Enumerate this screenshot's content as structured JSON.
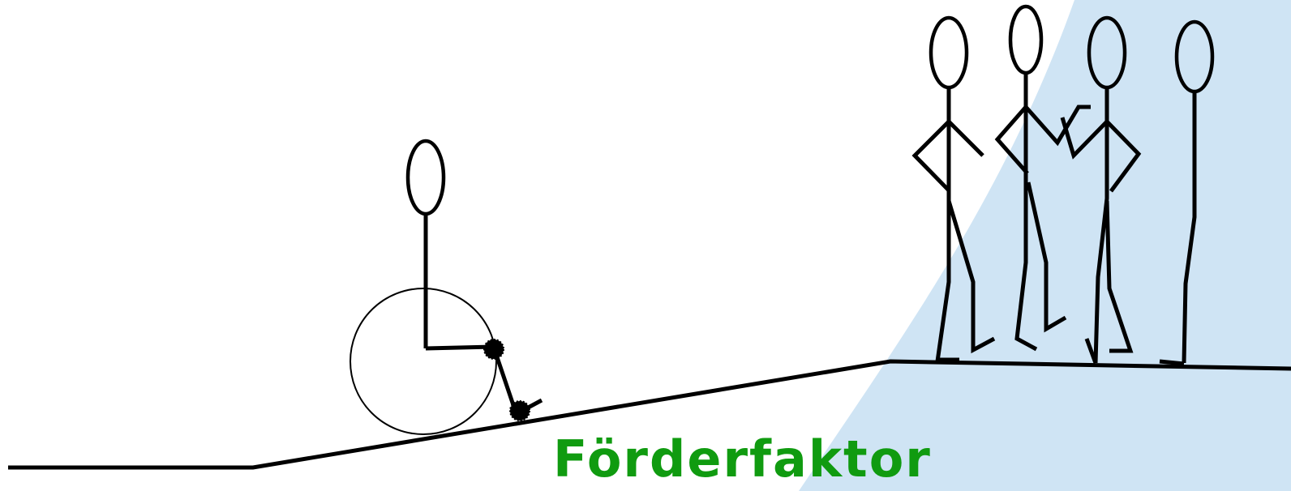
{
  "caption": {
    "text": "Förderfaktor",
    "color": "#109b10"
  },
  "colors": {
    "background": "#ffffff",
    "highlight_area": "#cfe4f4",
    "ink": "#000000"
  },
  "figures": {
    "wheelchair_user_count": 1,
    "standing_people_count": 4
  }
}
